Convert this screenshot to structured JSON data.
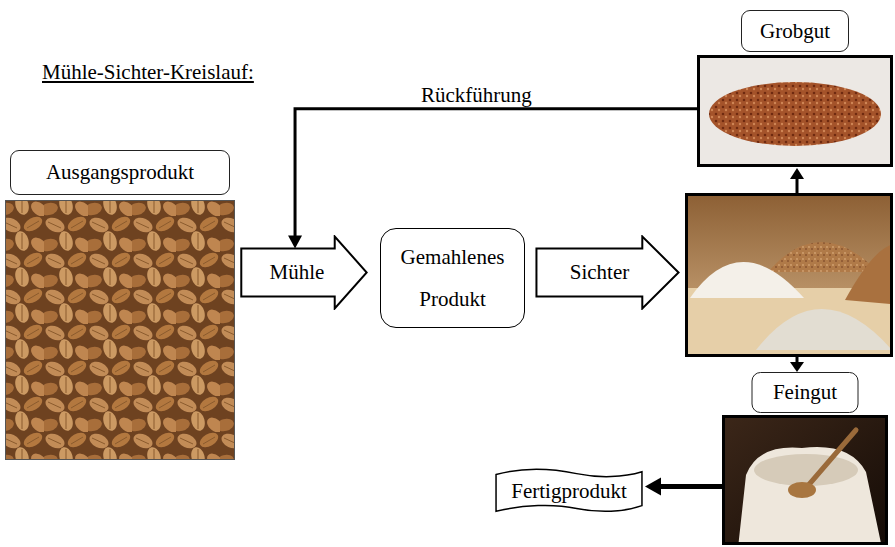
{
  "diagram": {
    "title": "Mühle-Sichter-Kreislauf:",
    "nodes": [
      {
        "text": [
          "Ausgangsprodukt"
        ]
      },
      {
        "text": [
          "Mühle"
        ]
      },
      {
        "text": [
          "Gemahlenes Produkt"
        ]
      },
      {
        "text": [
          "Sichter"
        ]
      },
      {
        "text": [
          "Grobgut"
        ]
      },
      {
        "text": [
          "Feingut"
        ]
      },
      {
        "text": [
          "Fertigprodukt"
        ]
      }
    ],
    "edges": [
      {
        "from": 4,
        "to": 1,
        "label": "Rückführung",
        "arrow": "to"
      },
      {
        "from": 5,
        "to": 6,
        "arrow": "to"
      }
    ]
  }
}
